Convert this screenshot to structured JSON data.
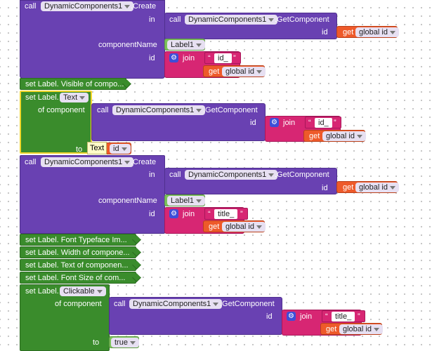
{
  "kw": {
    "call": "call",
    "create": ".Create",
    "get_component": ".GetComponent",
    "in": "in",
    "id": "id",
    "get": "get",
    "component_name": "componentName",
    "join": "join",
    "set_label": "set Label.",
    "of_component": "of component",
    "to": "to",
    "quote_open": "“",
    "quote_close": "”"
  },
  "dropdowns": {
    "dynamic_components": "DynamicComponents1",
    "global_id": "global id",
    "label1": "Label1",
    "text_prop": "Text",
    "clickable_prop": "Clickable",
    "true_value": "true"
  },
  "strings": {
    "id_prefix": "id_",
    "title_prefix": "title_"
  },
  "collapsed": {
    "visible": "set Label. Visible of compo...",
    "font_typeface": "set Label. Font Typeface Im...",
    "width": "set Label. Width of compone...",
    "text": "set Label. Text of componen...",
    "font_size": "set Label. Font Size of com..."
  },
  "tooltip": {
    "text": "Text"
  },
  "overlapping_dropdown": {
    "label": "id"
  },
  "colors": {
    "component_block": "#6941b2",
    "setter_block": "#3a8c2c",
    "component_literal": "#7cc25a",
    "text_block": "#d72673",
    "variable_block": "#ee5a2a",
    "selection_outline": "#f2d72c"
  }
}
